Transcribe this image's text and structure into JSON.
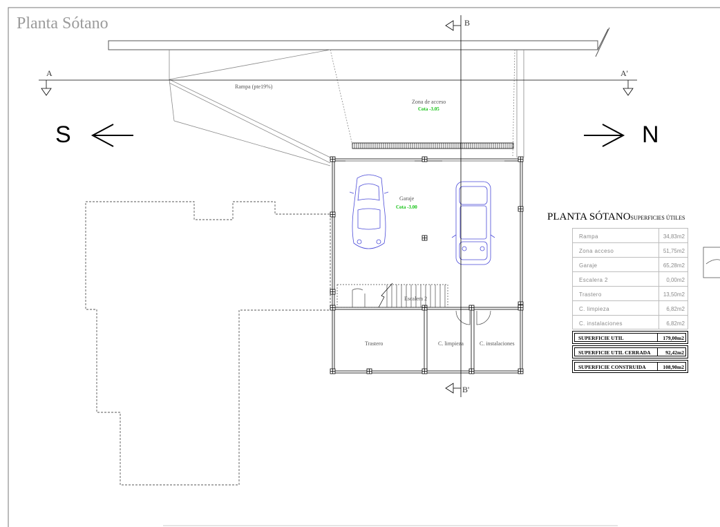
{
  "drawing": {
    "title": "Planta Sótano",
    "compass": {
      "south": "S",
      "north": "N"
    },
    "sections": {
      "a": "A",
      "a_prime": "A'",
      "b": "B",
      "b_prime": "B'"
    },
    "rooms": {
      "rampa": "Rampa (pte19%)",
      "zona_acceso": "Zona de acceso",
      "zona_acceso_cota": "Cota -3.05",
      "garaje": "Garaje",
      "garaje_cota": "Cota -3.00",
      "escalera": "Escalera 2",
      "trastero": "Trastero",
      "limpieza": "C. limpieza",
      "instalaciones": "C. instalaciones"
    },
    "colors": {
      "line": "#000000",
      "ramp": "#888888",
      "car": "#4a4ad8",
      "cota": "#11c211"
    }
  },
  "areas": {
    "title": "PLANTA SÓTANO",
    "subtitle": "SUPERFICIES ÚTILES",
    "rows": [
      {
        "name": "Rampa",
        "value": "34,83m2"
      },
      {
        "name": "Zona acceso",
        "value": "51,75m2"
      },
      {
        "name": "Garaje",
        "value": "65,28m2"
      },
      {
        "name": "Escalera 2",
        "value": "0,00m2"
      },
      {
        "name": "Trastero",
        "value": "13,50m2"
      },
      {
        "name": "C. limpieza",
        "value": "6,82m2"
      },
      {
        "name": "C. instalaciones",
        "value": "6,82m2"
      }
    ],
    "totals": [
      {
        "name": "SUPERFICIE UTIL",
        "value": "179,00m2"
      },
      {
        "name": "SUPERFICIE UTIL CERRADA",
        "value": "92,42m2"
      },
      {
        "name": "SUPERFICIE CONSTRUIDA",
        "value": "108,90m2"
      }
    ]
  }
}
